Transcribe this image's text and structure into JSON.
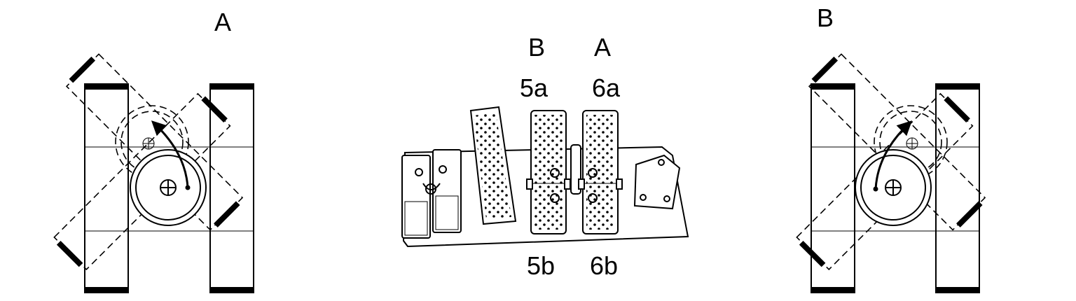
{
  "labels": {
    "left_view": "A",
    "right_view": "B",
    "pedal_b": "B",
    "pedal_a": "A",
    "pedal_5a": "5a",
    "pedal_6a": "6a",
    "pedal_5b": "5b",
    "pedal_6b": "6b"
  },
  "views": [
    {
      "id": "left",
      "rotation_direction": "counterclockwise"
    },
    {
      "id": "right",
      "rotation_direction": "clockwise"
    }
  ],
  "colors": {
    "ink": "#000000",
    "paper": "#ffffff"
  }
}
